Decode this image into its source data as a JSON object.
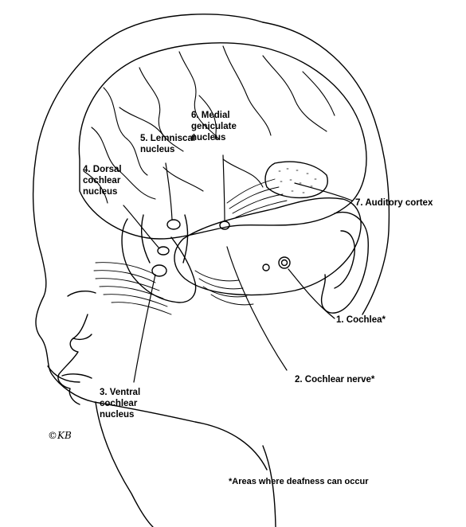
{
  "labels": {
    "cochlea": "1. Cochlea*",
    "cochlear_nerve": "2. Cochlear nerve*",
    "ventral_nucleus": "3. Ventral\ncochlear\nnucleus",
    "dorsal_nucleus": "4. Dorsal\ncochlear\nnucleus",
    "lemniscal_nucleus": "5. Lemniscal\nnucleus",
    "medial_geniculate": "6. Medial\ngeniculate\nnucleus",
    "auditory_cortex": "7. Auditory cortex"
  },
  "footnote": "*Areas where deafness can occur",
  "signature": "©KB",
  "colors": {
    "ink": "#000000",
    "background": "#ffffff"
  }
}
